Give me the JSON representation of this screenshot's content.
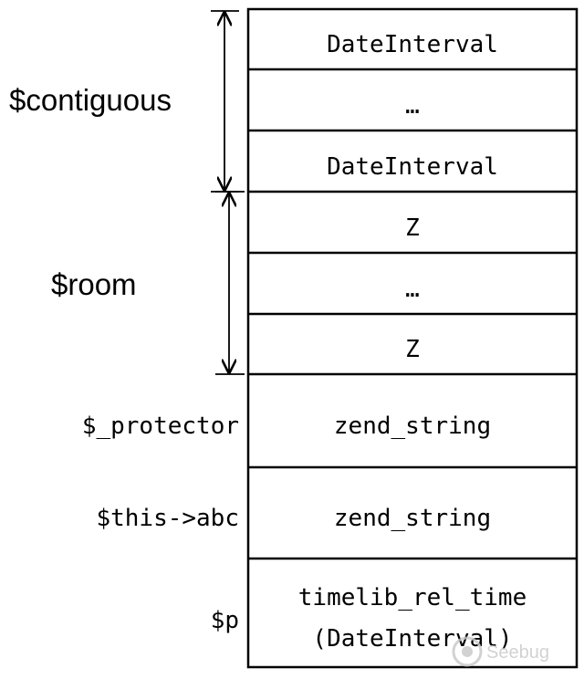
{
  "cells": [
    {
      "label": "DateInterval"
    },
    {
      "label": "…"
    },
    {
      "label": "DateInterval"
    },
    {
      "label": "Z"
    },
    {
      "label": "…"
    },
    {
      "label": "Z"
    },
    {
      "label": "zend_string"
    },
    {
      "label": "zend_string"
    },
    {
      "label": [
        "timelib_rel_time",
        "(DateInterval)"
      ]
    }
  ],
  "brace_labels": {
    "contiguous": "$contiguous",
    "room": "$room"
  },
  "side_labels": {
    "protector": "$_protector",
    "this_abc": "$this->abc",
    "p": "$p"
  },
  "watermark": {
    "text": "Seebug"
  },
  "colors": {
    "line": "#000000",
    "background": "#ffffff",
    "watermark": "#c8c8c8"
  }
}
